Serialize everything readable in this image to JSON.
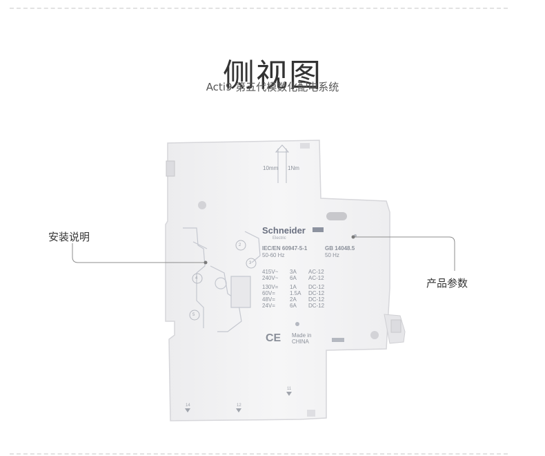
{
  "header": {
    "title": "侧视图",
    "subtitle": "Acti9 第五代模数化配电系统"
  },
  "callouts": {
    "left_label": "安装说明",
    "right_label": "产品参数"
  },
  "device": {
    "brand": "Schneider",
    "brand_sub": "Electric",
    "torque_label_a": "10mm",
    "torque_label_b": "1Nm",
    "standard_1": "IEC/EN 60947-5-1",
    "freq_1": "50-60 Hz",
    "standard_2": "GB 14048.5",
    "freq_2": "50 Hz",
    "ratings": [
      [
        "415V~",
        "3A",
        "AC-12"
      ],
      [
        "240V~",
        "6A",
        "AC-12"
      ],
      [
        "130V=",
        "1A",
        "DC-12"
      ],
      [
        "60V=",
        "1.5A",
        "DC-12"
      ],
      [
        "48V=",
        "2A",
        "DC-12"
      ],
      [
        "24V=",
        "6A",
        "DC-12"
      ]
    ],
    "ce_mark": "CE",
    "origin": "Made in\nCHINA",
    "terminal_14": "14",
    "terminal_12": "12",
    "terminal_11": "11",
    "steps": [
      "1",
      "2",
      "3",
      "4",
      "5"
    ]
  }
}
